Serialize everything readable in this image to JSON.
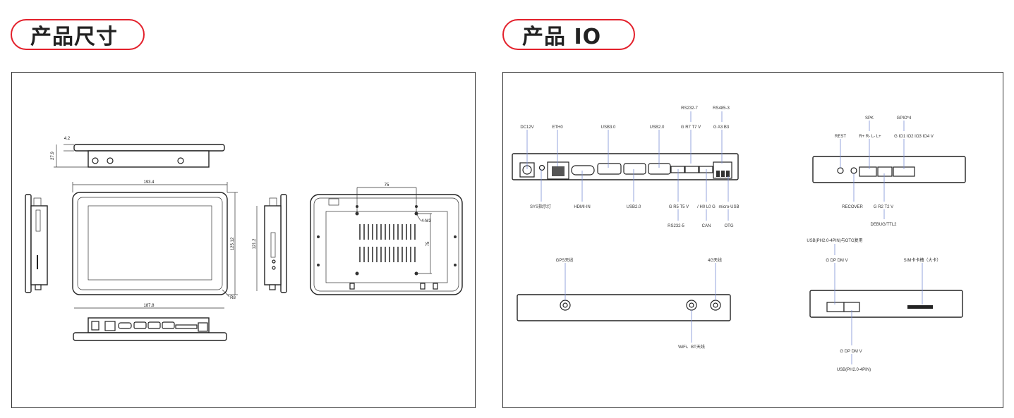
{
  "sections": {
    "size_title": "产品尺寸",
    "io_title": "产品 IO"
  },
  "dimensions": {
    "bezel_step": "4.2",
    "depth": "27.9",
    "width": "193.4",
    "height": "125.12",
    "side_height": "121.2",
    "corner_radius": "R8",
    "vesa_h": "75",
    "vesa_v": "75",
    "screw": "4-M3",
    "bottom_width": "187.8"
  },
  "io_main": {
    "top": [
      "DC12V",
      "ETH0",
      "USB3.0",
      "USB2.0",
      "RS232-7",
      "G R7 T7 V",
      "RS485-3",
      "G A3 B3"
    ],
    "bottom": [
      "SYS指示灯",
      "HDMI-IN",
      "USB2.0",
      "G R5 T5 V",
      "RS232-5",
      "/ H0 L0 G",
      "CAN",
      "micro-USB",
      "OTG"
    ]
  },
  "io_side1": {
    "top": [
      "REST",
      "SPK",
      "R+ R- L- L+",
      "GPIO*4",
      "G IO1 IO2 IO3 IO4 V"
    ],
    "bottom": [
      "RECOVER",
      "G R2 T2 V",
      "DEBUG/TTL2"
    ]
  },
  "io_side2": {
    "top": [
      "USB(PH2.0-4PIN)与OTG复用",
      "G DP DM V",
      "SIM卡卡槽（大卡）"
    ],
    "bottom": [
      "G DP DM V",
      "USB(PH2.0-4PIN)"
    ]
  },
  "io_antenna": {
    "labels": [
      "GPS天线",
      "4G天线",
      "WiFi、BT天线"
    ]
  },
  "colors": {
    "accent": "#e3202b",
    "leader": "#7b8fd6"
  }
}
